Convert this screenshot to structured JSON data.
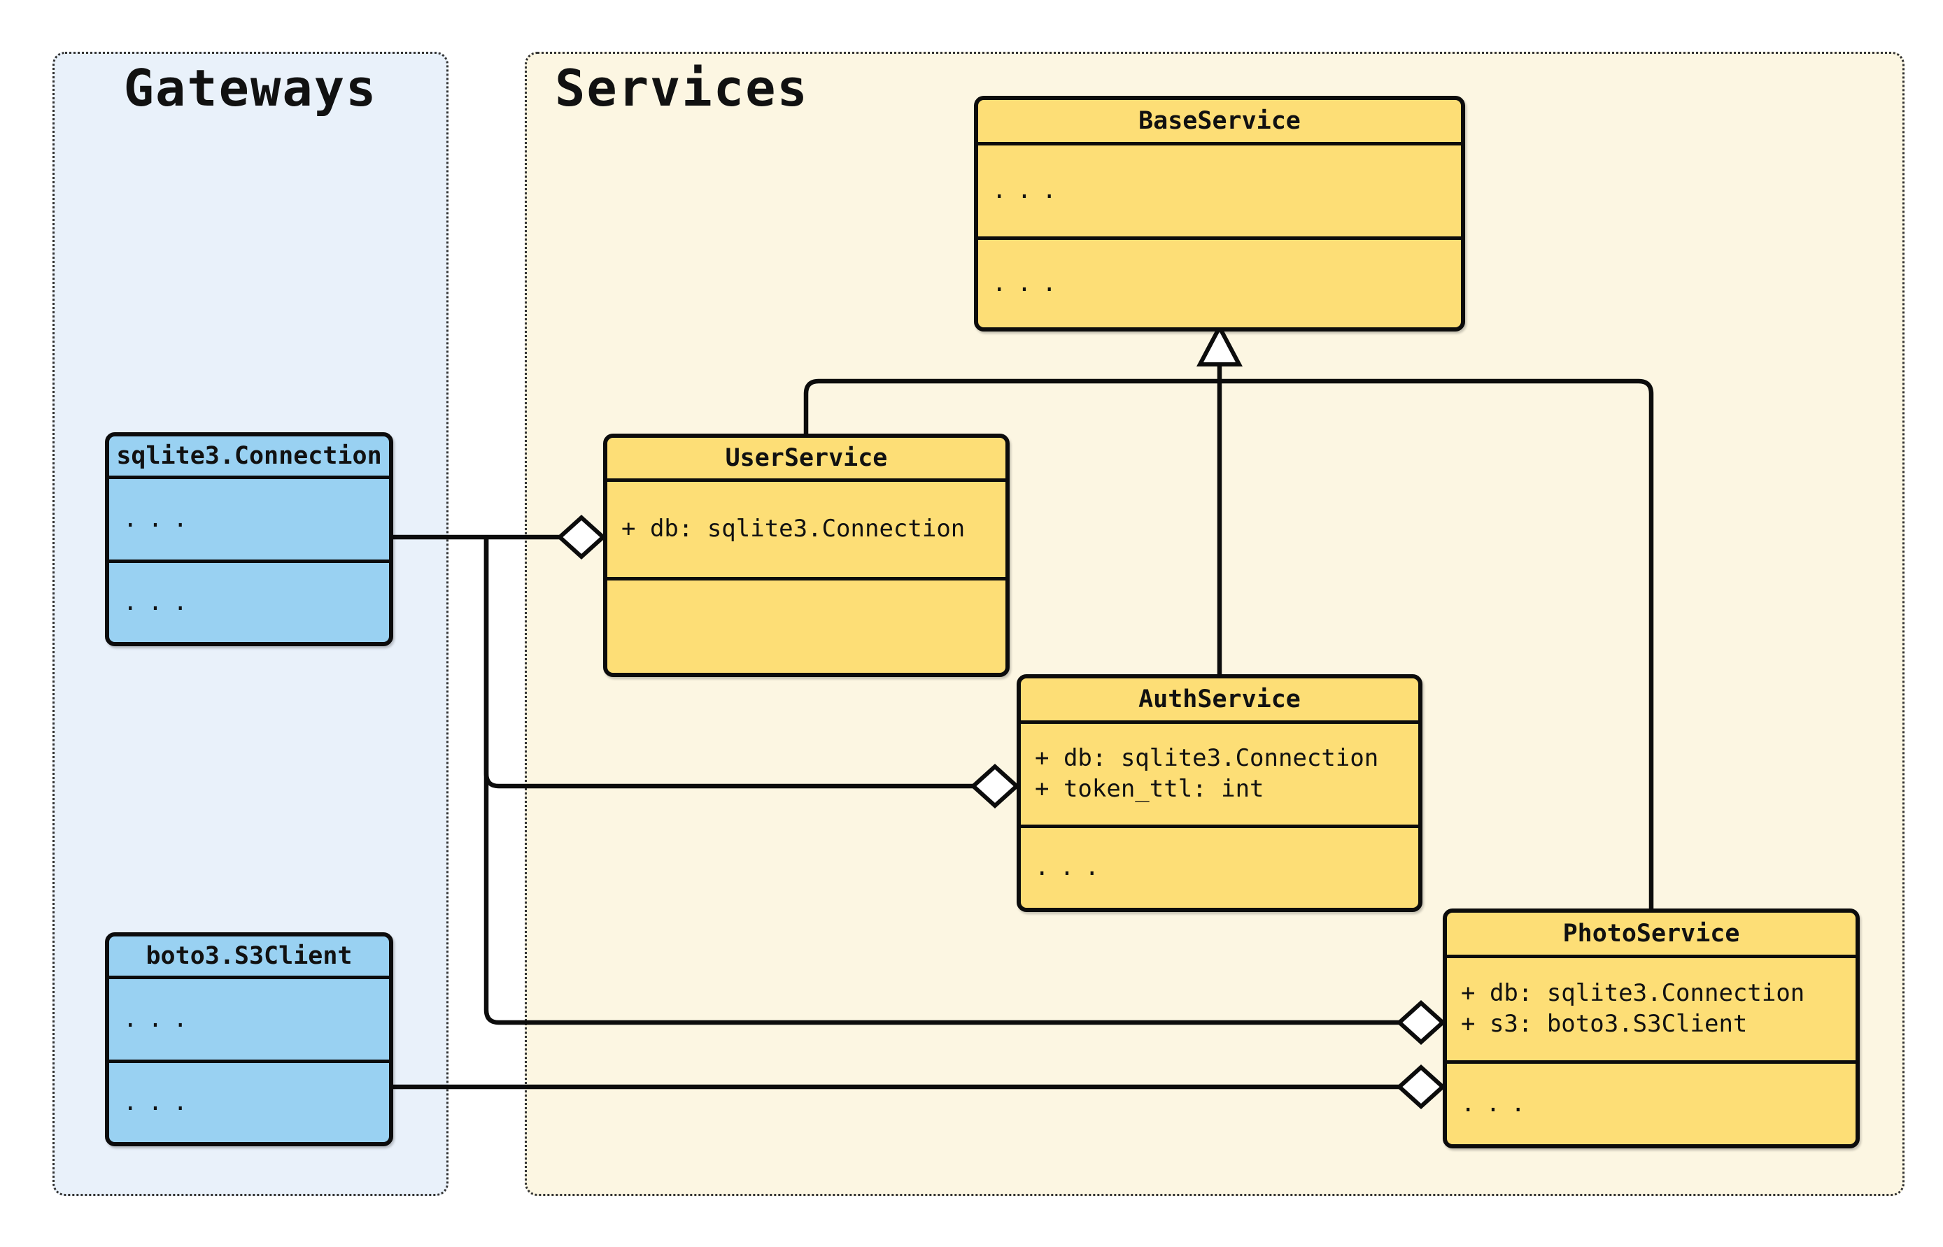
{
  "diagram": {
    "type": "uml-class-diagram",
    "background": "#ffffff",
    "edge_color": "#0c0c0c",
    "groups": [
      {
        "id": "gateways",
        "title": "Gateways",
        "fill": "#e9f1fa",
        "border_style": "dotted"
      },
      {
        "id": "services",
        "title": "Services",
        "fill": "#fcf6e2",
        "border_style": "dotted"
      }
    ],
    "classes": [
      {
        "name": "sqlite3.Connection",
        "group": "gateways",
        "fill": "#99d1f2",
        "attributes": [
          "..."
        ],
        "methods": [
          "..."
        ]
      },
      {
        "name": "boto3.S3Client",
        "group": "gateways",
        "fill": "#99d1f2",
        "attributes": [
          "..."
        ],
        "methods": [
          "..."
        ]
      },
      {
        "name": "BaseService",
        "group": "services",
        "fill": "#fdde76",
        "attributes": [
          "..."
        ],
        "methods": [
          "..."
        ]
      },
      {
        "name": "UserService",
        "group": "services",
        "fill": "#fdde76",
        "attributes": [
          "+ db: sqlite3.Connection"
        ],
        "methods": []
      },
      {
        "name": "AuthService",
        "group": "services",
        "fill": "#fdde76",
        "attributes": [
          "+ db: sqlite3.Connection",
          "+ token_ttl: int"
        ],
        "methods": [
          "..."
        ]
      },
      {
        "name": "PhotoService",
        "group": "services",
        "fill": "#fdde76",
        "attributes": [
          "+ db: sqlite3.Connection",
          "+ s3: boto3.S3Client"
        ],
        "methods": [
          "..."
        ]
      }
    ],
    "relationships": [
      {
        "type": "inheritance",
        "from": "UserService",
        "to": "BaseService"
      },
      {
        "type": "inheritance",
        "from": "AuthService",
        "to": "BaseService"
      },
      {
        "type": "inheritance",
        "from": "PhotoService",
        "to": "BaseService"
      },
      {
        "type": "aggregation",
        "part": "sqlite3.Connection",
        "whole": "UserService"
      },
      {
        "type": "aggregation",
        "part": "sqlite3.Connection",
        "whole": "AuthService"
      },
      {
        "type": "aggregation",
        "part": "sqlite3.Connection",
        "whole": "PhotoService"
      },
      {
        "type": "aggregation",
        "part": "boto3.S3Client",
        "whole": "PhotoService"
      }
    ]
  }
}
